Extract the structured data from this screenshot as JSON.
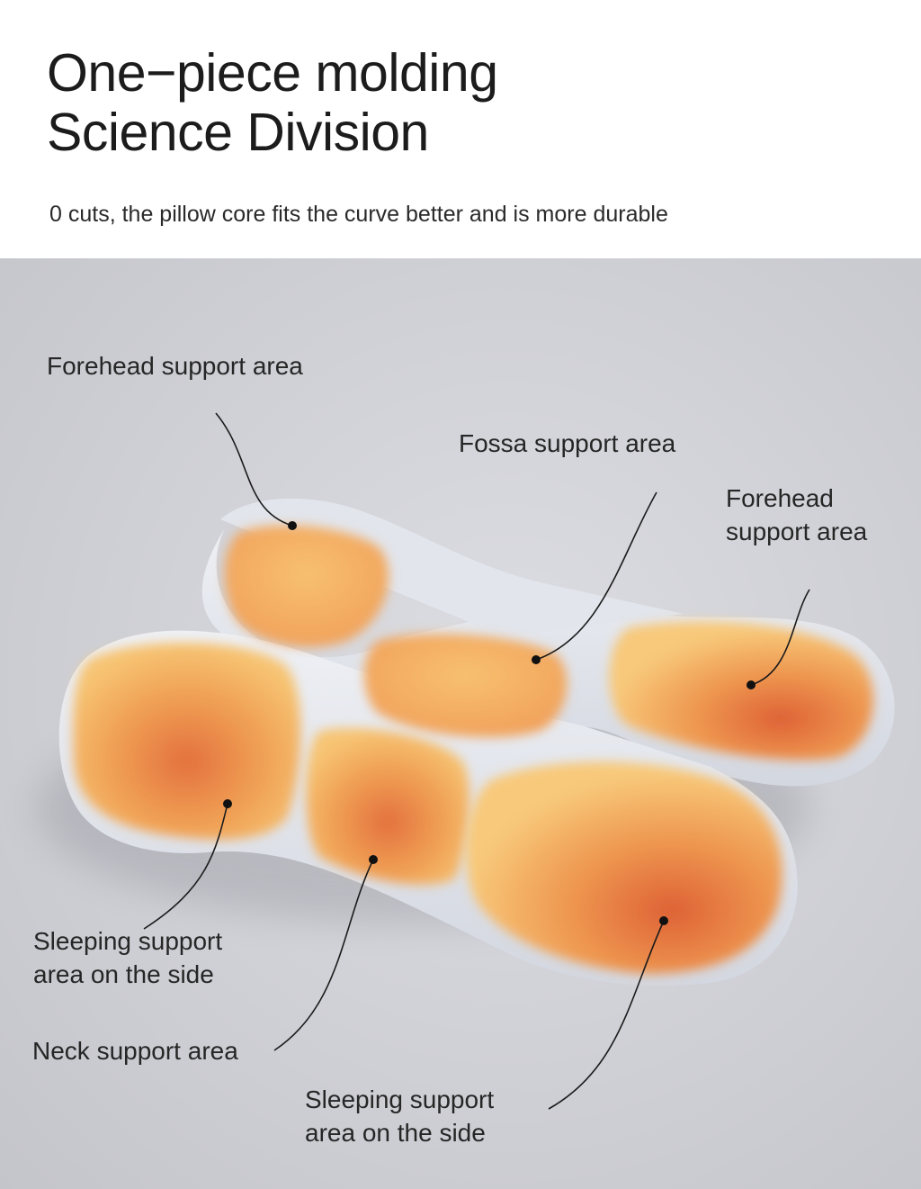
{
  "header": {
    "title_line1": "One−piece molding",
    "title_line2": "Science Division",
    "subtitle": "0 cuts, the pillow core fits the curve better and is more durable"
  },
  "labels": {
    "forehead_left": "Forehead support area",
    "fossa": "Fossa support area",
    "forehead_right_line1": "Forehead",
    "forehead_right_line2": "support area",
    "side_left_line1": "Sleeping support",
    "side_left_line2": "area on the side",
    "neck": "Neck support area",
    "side_right_line1": "Sleeping support",
    "side_right_line2": "area on the side"
  },
  "colors": {
    "background_gray": "#d2d3d8",
    "pillow_white": "#e6e9ef",
    "pad_orange": "#f0a55a",
    "pad_deep_orange": "#e0693a",
    "pad_light": "#f8c77a"
  }
}
